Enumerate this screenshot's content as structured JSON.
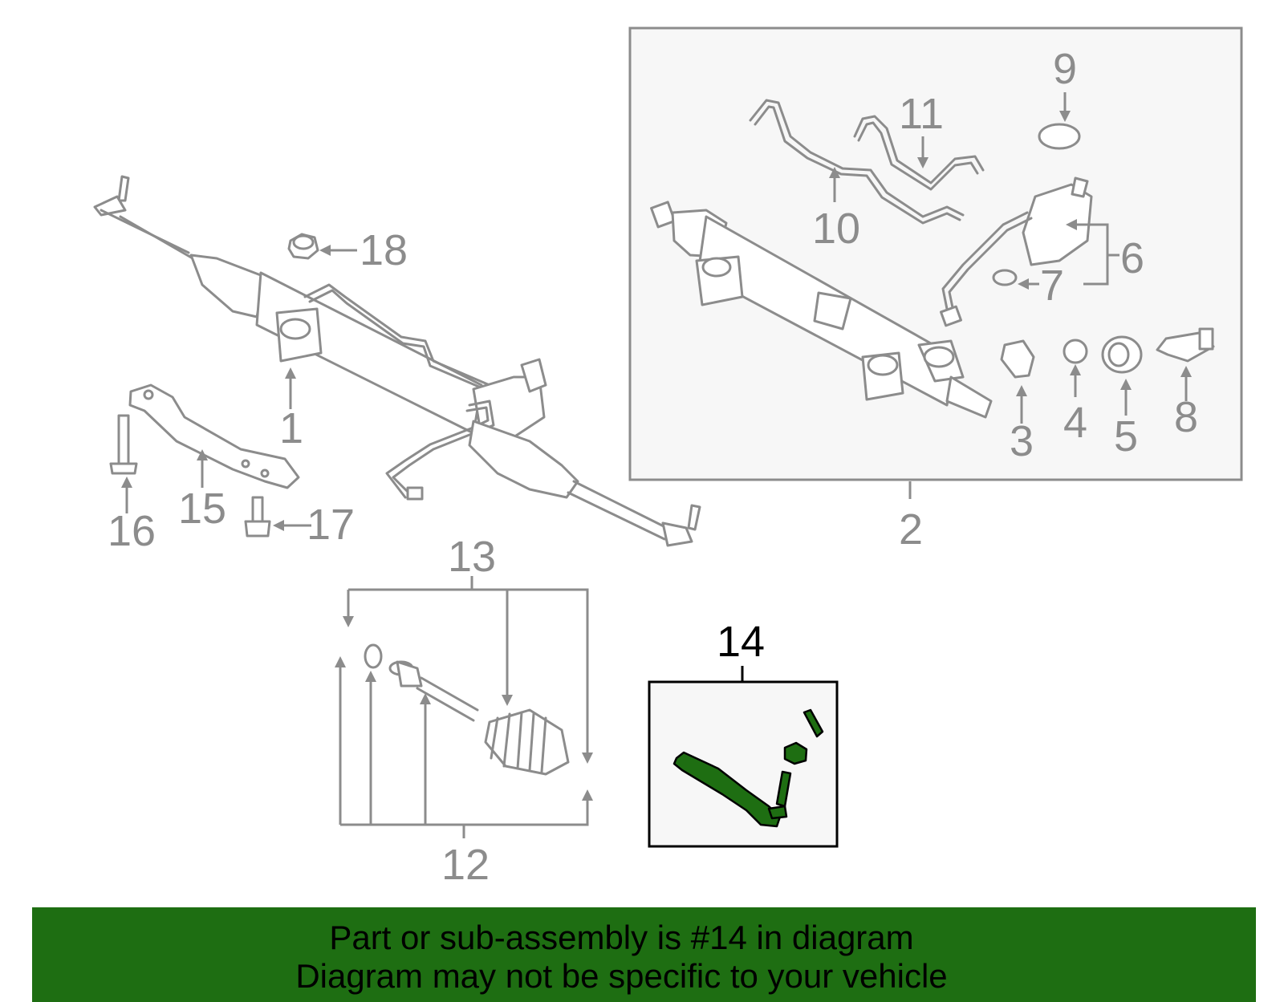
{
  "callouts": {
    "c1": "1",
    "c2": "2",
    "c3": "3",
    "c4": "4",
    "c5": "5",
    "c6": "6",
    "c7": "7",
    "c8": "8",
    "c9": "9",
    "c10": "10",
    "c11": "11",
    "c12": "12",
    "c13": "13",
    "c14": "14",
    "c15": "15",
    "c16": "16",
    "c17": "17",
    "c18": "18"
  },
  "highlighted_part": "14",
  "banner": {
    "line1": "Part or sub-assembly is #14 in diagram",
    "line2": "Diagram may not be specific to your vehicle"
  },
  "colors": {
    "highlight_green": "#1e6e12",
    "line_gray": "#8c8c8c",
    "inset_fill": "#f7f7f7",
    "detail_fill": "#f7f7f7"
  }
}
